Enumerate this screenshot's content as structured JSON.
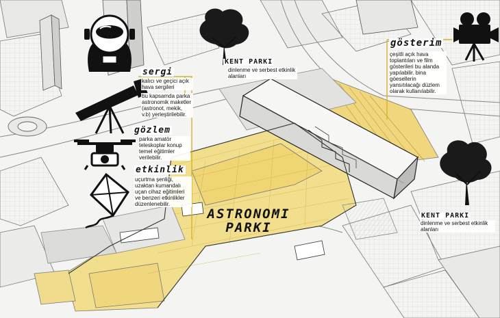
{
  "main_title": {
    "line1": "ASTRONOMI",
    "line2": "PARKI"
  },
  "sections": {
    "sergi": {
      "heading": "sergi",
      "text1": "kalıcı ve geçici açık hava sergileri",
      "text2": "bu kapsamda parka astronomik maketler (astronot, mekik, v.b) yerleştirilebilir."
    },
    "gozlem": {
      "heading": "gözlem",
      "text": "parka amatör teleskoplar konup temel eğitimler verilebilir."
    },
    "etkinlik": {
      "heading": "etkinlik",
      "text": "uçurtma şenliği, uzaktan kumandalı uçan cihaz eğitimleri ve benzeri etkinlikler düzenlenebilir."
    },
    "gosterim": {
      "heading": "gösterim",
      "text": "çeşitli açık hava toplantıları ve film gösterileri bu alanda yapılabilir. bina göesellerin yansıtılacağı düzlem olarak kullanılabilir."
    }
  },
  "kent_parki_top": {
    "title": "KENT PARKI",
    "text": "dinlenme ve serbest etkinlik alanları"
  },
  "kent_parki_right": {
    "title": "KENT PARKI",
    "text": "dinlenme ve serbest etkinlik alanları"
  },
  "icons": [
    "astronaut-helmet-icon",
    "telescope-icon",
    "drone-icon",
    "kite-icon",
    "film-camera-icon",
    "tree-icon"
  ],
  "colors": {
    "plaza_yellow": "#f2df8e",
    "accent_yellow": "#e8c93a",
    "ink": "#111111",
    "ground": "#f4f4f2"
  }
}
